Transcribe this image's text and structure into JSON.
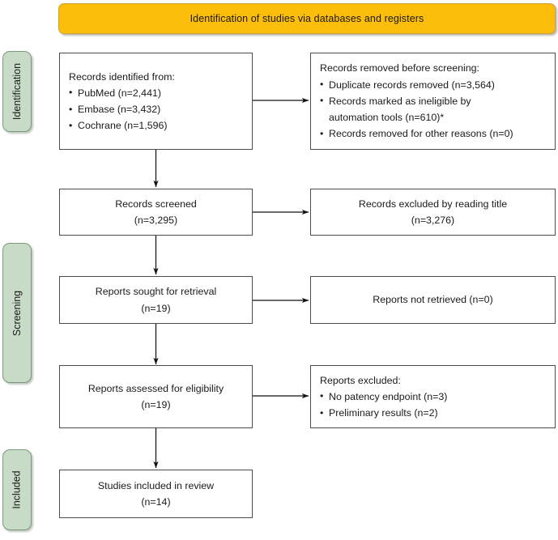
{
  "banner": {
    "title": "Identification of studies via databases and registers",
    "color": "#fcbe0a"
  },
  "stage_labels": [
    {
      "name": "identification",
      "label": "Identification"
    },
    {
      "name": "screening",
      "label": "Screening"
    },
    {
      "name": "included",
      "label": "Included"
    }
  ],
  "stage_label_color": "#c7dbc7",
  "boxes": {
    "records_identified": {
      "header": "Records identified from:",
      "items": [
        "PubMed (n=2,441)",
        "Embase (n=3,432)",
        "Cochrane (n=1,596)"
      ]
    },
    "records_removed": {
      "header": "Records removed before screening:",
      "items": [
        "Duplicate records removed (n=3,564)",
        "Records marked as ineligible by automation tools (n=610)*",
        "Records removed for other reasons (n=0)"
      ],
      "item_lines": [
        [
          "Duplicate records removed (n=3,564)"
        ],
        [
          "Records marked as ineligible by",
          "automation tools (n=610)*"
        ],
        [
          "Records removed for other reasons (n=0)"
        ]
      ]
    },
    "records_screened": {
      "line1": "Records screened",
      "line2": "(n=3,295)"
    },
    "records_excluded": {
      "line1": "Records excluded by reading title",
      "line2": "(n=3,276)"
    },
    "reports_sought": {
      "line1": "Reports sought for retrieval",
      "line2": "(n=19)"
    },
    "reports_not_retrieved": {
      "line1": "Reports not retrieved (n=0)",
      "line2": ""
    },
    "reports_assessed": {
      "line1": "Reports assessed for eligibility",
      "line2": "(n=19)"
    },
    "reports_excluded": {
      "header": "Reports excluded:",
      "items": [
        "No patency endpoint (n=3)",
        "Preliminary results (n=2)"
      ]
    },
    "studies_included": {
      "line1": "Studies included in review",
      "line2": "(n=14)"
    }
  }
}
